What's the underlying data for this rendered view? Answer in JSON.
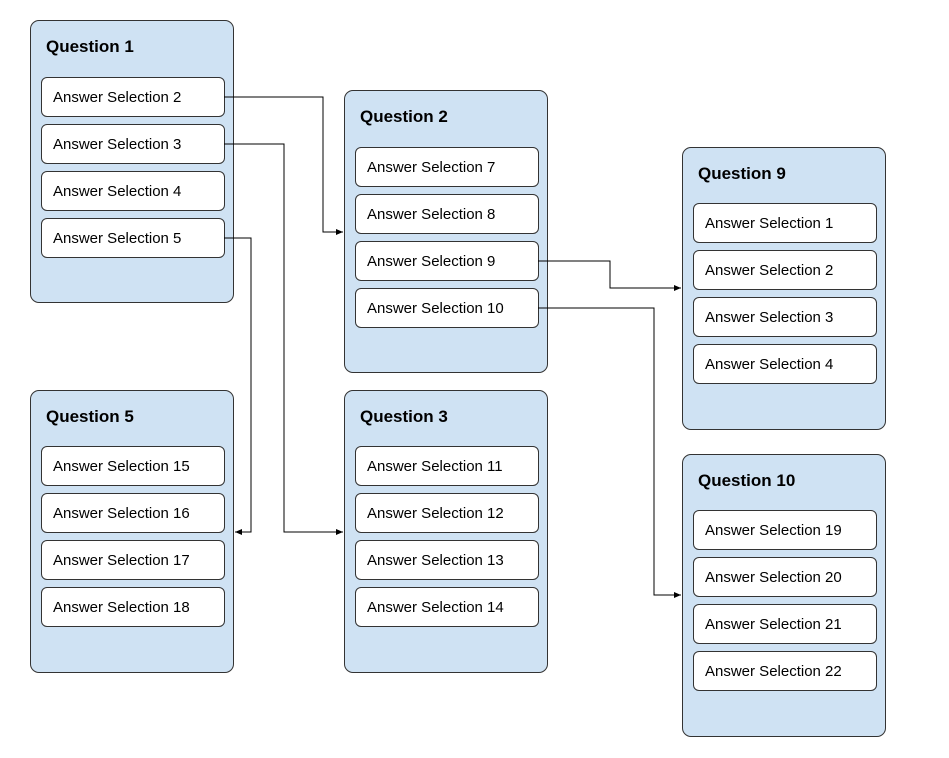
{
  "questions": [
    {
      "title": "Question 1",
      "answers": [
        "Answer Selection 2",
        "Answer Selection 3",
        "Answer Selection 4",
        "Answer Selection 5"
      ]
    },
    {
      "title": "Question 2",
      "answers": [
        "Answer Selection 7",
        "Answer Selection 8",
        "Answer Selection 9",
        "Answer Selection 10"
      ]
    },
    {
      "title": "Question 9",
      "answers": [
        "Answer Selection 1",
        "Answer Selection 2",
        "Answer Selection 3",
        "Answer Selection 4"
      ]
    },
    {
      "title": "Question 5",
      "answers": [
        "Answer Selection 15",
        "Answer Selection 16",
        "Answer Selection 17",
        "Answer Selection 18"
      ]
    },
    {
      "title": "Question 3",
      "answers": [
        "Answer Selection 11",
        "Answer Selection 12",
        "Answer Selection 13",
        "Answer Selection 14"
      ]
    },
    {
      "title": "Question 10",
      "answers": [
        "Answer Selection 19",
        "Answer Selection 20",
        "Answer Selection 21",
        "Answer Selection 22"
      ]
    }
  ],
  "connections": [
    {
      "from": "Question 1 / Answer Selection 2",
      "to": "Question 2"
    },
    {
      "from": "Question 1 / Answer Selection 3",
      "to": "Question 3"
    },
    {
      "from": "Question 1 / Answer Selection 5",
      "to": "Question 5"
    },
    {
      "from": "Question 2 / Answer Selection 9",
      "to": "Question 9"
    },
    {
      "from": "Question 2 / Answer Selection 10",
      "to": "Question 10"
    }
  ],
  "colors": {
    "question_fill": "#cfe2f3",
    "answer_fill": "#ffffff",
    "stroke": "#333333",
    "connector": "#000000"
  }
}
